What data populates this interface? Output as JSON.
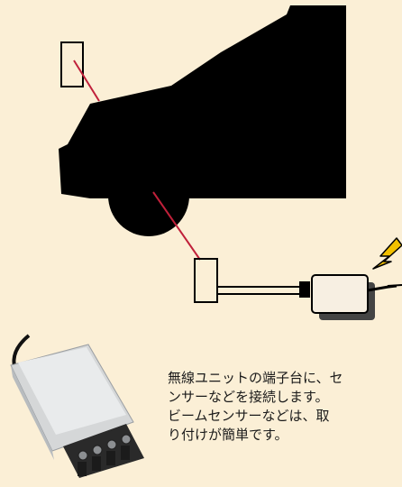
{
  "caption": {
    "lines": [
      "無線ユニットの端子台に、セ",
      "ンサーなどを接続します。",
      "ビームセンサーなどは、取",
      "り付けが簡単です。"
    ]
  },
  "colors": {
    "background": "#fbefd6",
    "vehicle": "#000000",
    "pointer_line": "#c0203a",
    "lightning": "#f2c000"
  },
  "icons": {
    "vehicle": "car-silhouette",
    "sensor_top": "sensor-box",
    "sensor_bottom": "sensor-box",
    "transmitter": "wireless-transmitter",
    "signal": "lightning-bolt",
    "unit": "wireless-unit-with-terminal-block"
  }
}
